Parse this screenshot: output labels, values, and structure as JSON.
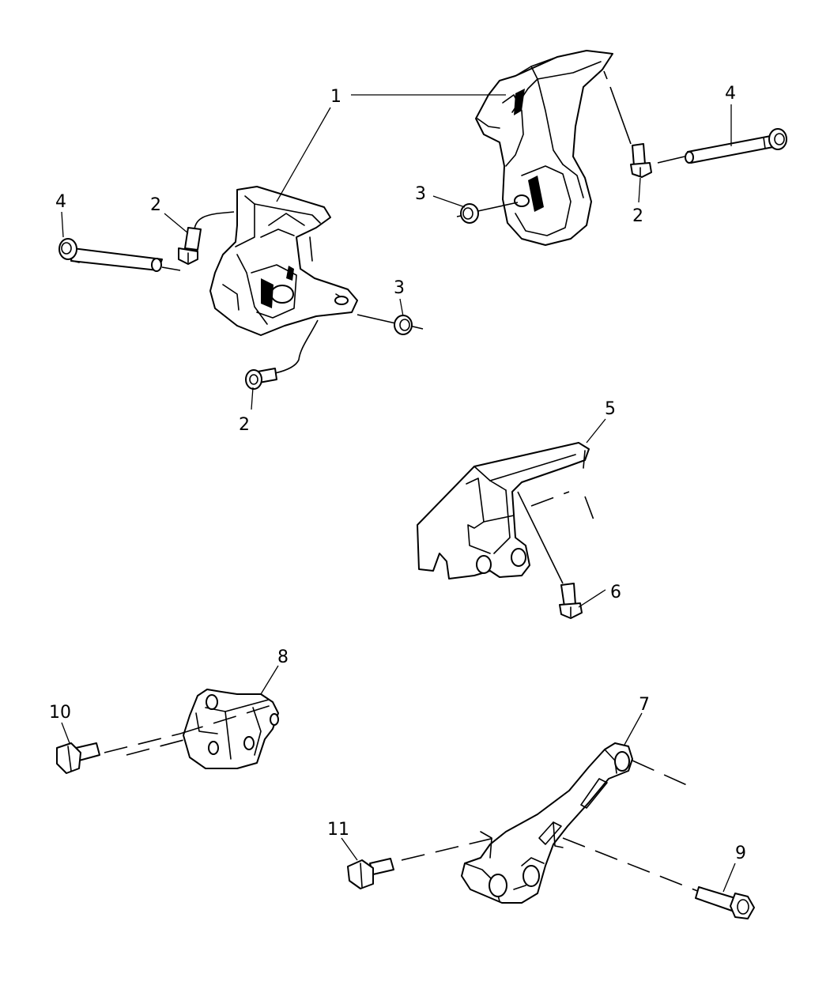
{
  "callouts": {
    "c1": "1",
    "c2a": "2",
    "c2b": "2",
    "c2c": "2",
    "c3a": "3",
    "c3b": "3",
    "c4a": "4",
    "c4b": "4",
    "c5": "5",
    "c6": "6",
    "c7": "7",
    "c8": "8",
    "c9": "9",
    "c10": "10",
    "c11": "11"
  }
}
